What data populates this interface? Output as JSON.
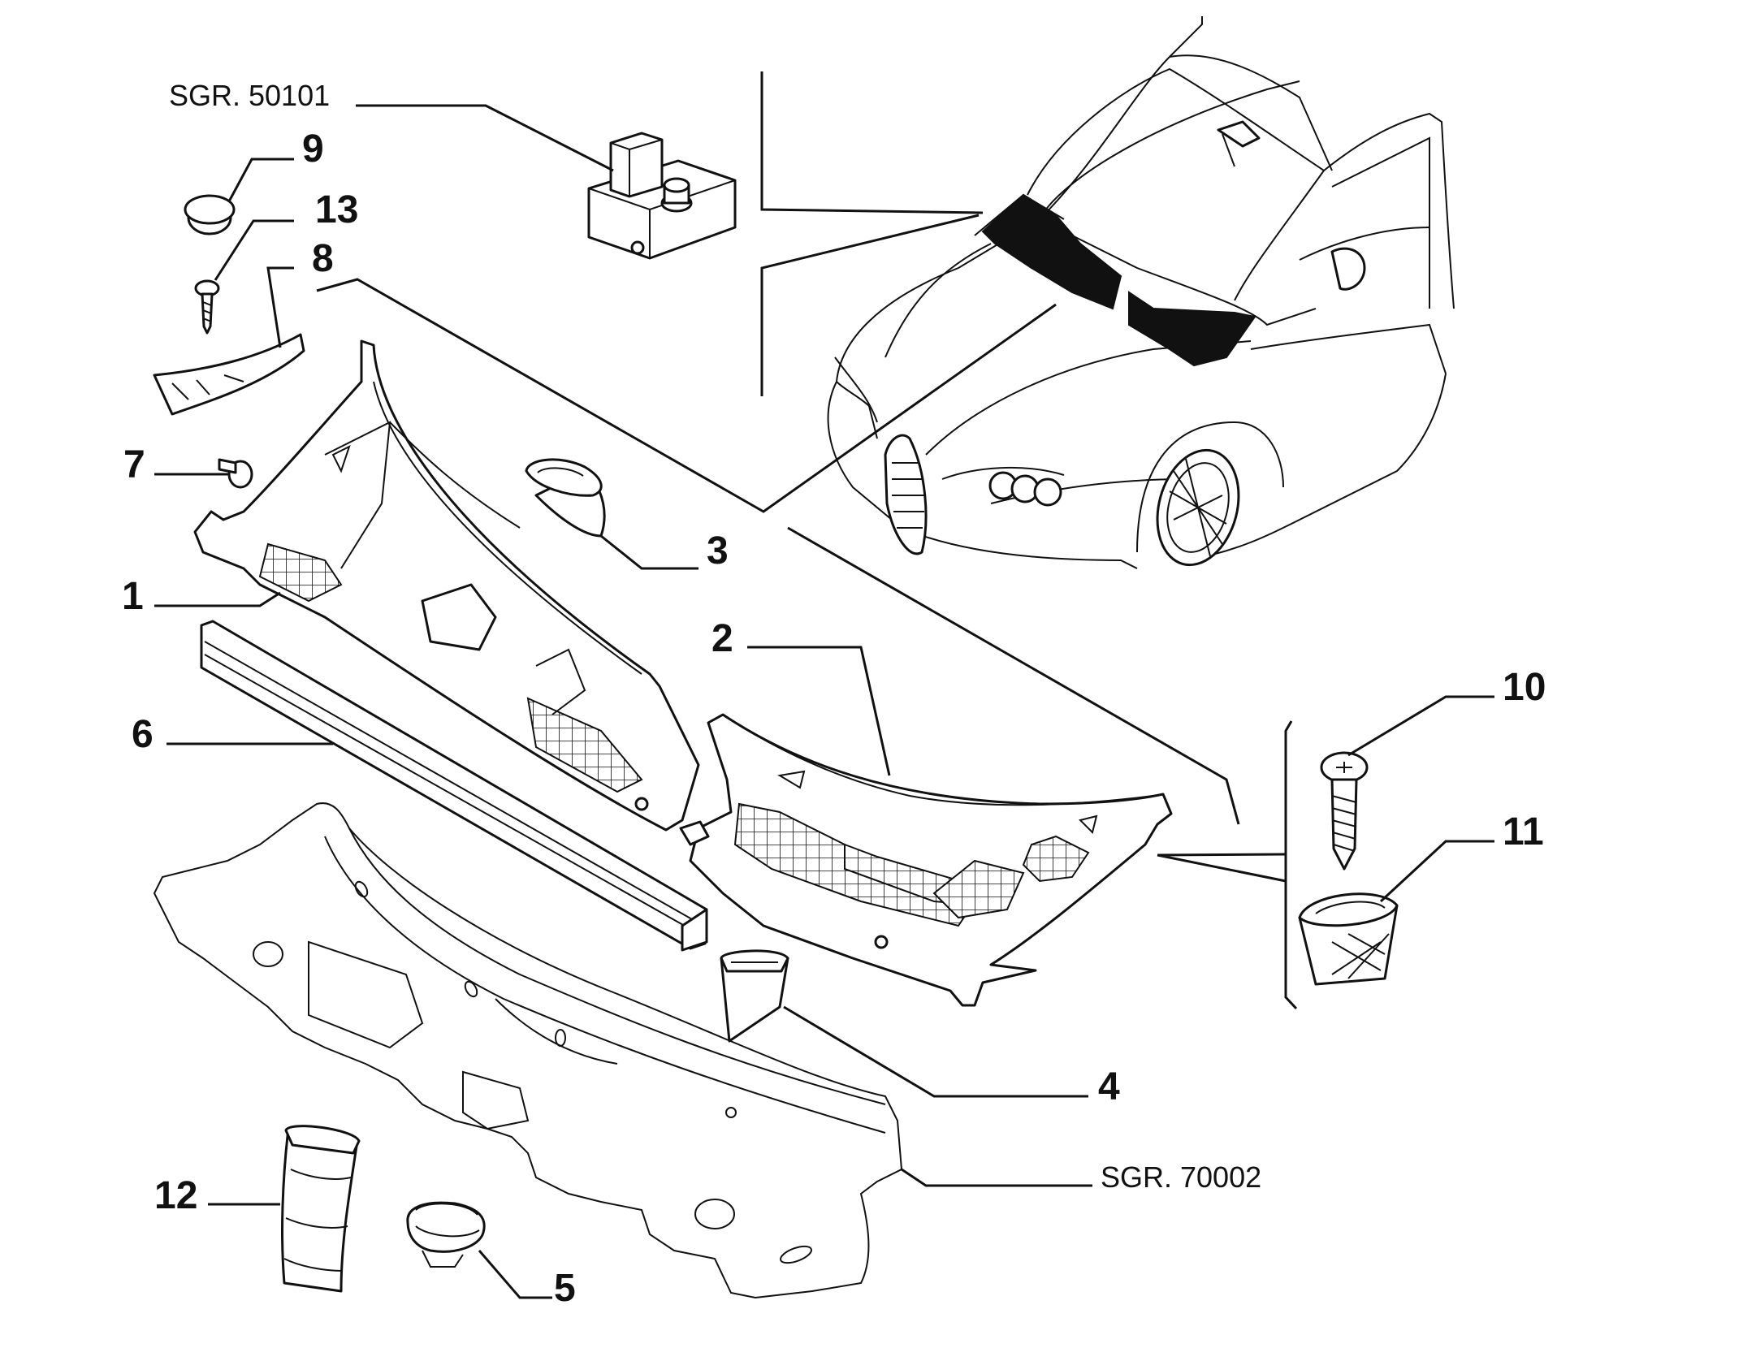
{
  "references": {
    "ref_top": "SGR. 50101",
    "ref_bottom": "SGR. 70002"
  },
  "callouts": [
    "1",
    "2",
    "3",
    "4",
    "5",
    "6",
    "7",
    "8",
    "9",
    "10",
    "11",
    "12",
    "13"
  ],
  "colors": {
    "line": "#111111",
    "background": "#ffffff"
  }
}
